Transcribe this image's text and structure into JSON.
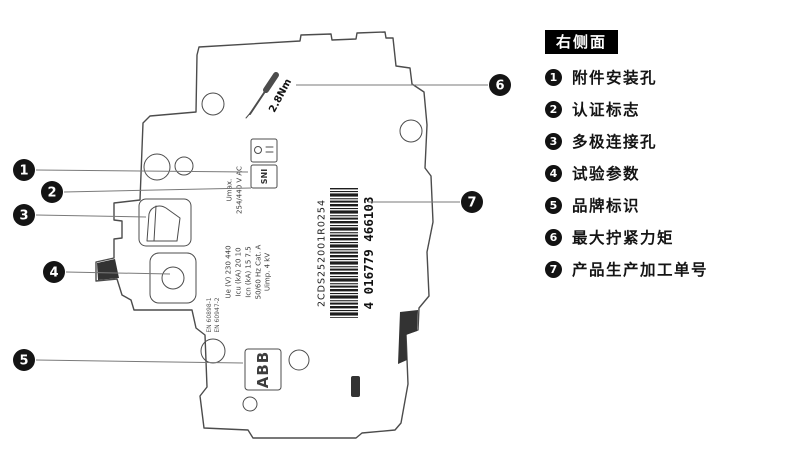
{
  "legend": {
    "title": "右侧面",
    "items": [
      {
        "num": "1",
        "label": "附件安装孔"
      },
      {
        "num": "2",
        "label": "认证标志"
      },
      {
        "num": "3",
        "label": "多极连接孔"
      },
      {
        "num": "4",
        "label": "试验参数"
      },
      {
        "num": "5",
        "label": "品牌标识"
      },
      {
        "num": "6",
        "label": "最大拧紧力矩"
      },
      {
        "num": "7",
        "label": "产品生产加工单号"
      }
    ]
  },
  "drawing": {
    "torque_label": "2.8Nm",
    "brand_label": "ABB",
    "cert_mark": "SNI",
    "product_code": "2CDS252001R0254",
    "barcode_number": "4 016779 466103",
    "specs": {
      "umax_label": "Umax.",
      "umax_value": "254/440 V AC",
      "ue": "Ue (V) 230 440",
      "icu": "Icu (kA) 20 10",
      "icn": "Icn (kA) 15 7.5",
      "freq": "50/60 Hz Cat. A",
      "uimp": "Uimp. 4 kV",
      "std1": "EN 60898-1",
      "std2": "EN 60947-2"
    }
  },
  "colors": {
    "outline": "#4c4c4c",
    "marker_bg": "#141414",
    "legend_title_bg": "#000000"
  }
}
